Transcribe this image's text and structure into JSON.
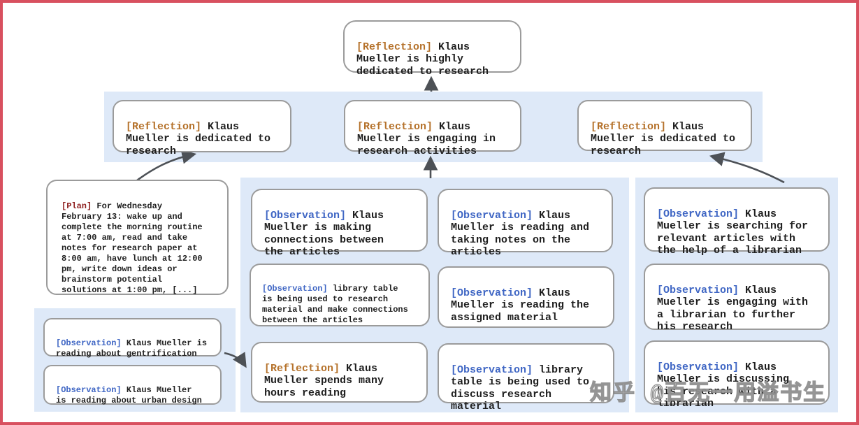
{
  "palette": {
    "frame_border": "#d8505f",
    "band_blue": "#dee9f8",
    "node_border": "#9b9b9b",
    "text": "#1f1f1f",
    "tag_reflection": "#b5722b",
    "tag_observation": "#3f66c4",
    "tag_plan": "#8e1f1f",
    "arrow": "#4d5156"
  },
  "watermark": {
    "text": "知乎 @百无一用溢书生"
  },
  "diagram": {
    "top_node": {
      "tag": "[Reflection]",
      "text": " Klaus\nMueller is highly\ndedicated to research"
    },
    "reflection_row": {
      "nodes": [
        {
          "tag": "[Reflection]",
          "text": " Klaus\nMueller is dedicated to\nresearch"
        },
        {
          "tag": "[Reflection]",
          "text": " Klaus\nMueller is engaging in\nresearch activities"
        },
        {
          "tag": "[Reflection]",
          "text": " Klaus\nMueller is dedicated to\nresearch"
        }
      ]
    },
    "plan_node": {
      "tag": "[Plan]",
      "text": " For Wednesday\nFebruary 13: wake up and\ncomplete the morning routine\nat 7:00 am, read and take\nnotes for research paper at\n8:00 am, have lunch at 12:00\npm, write down ideas or\nbrainstorm potential\nsolutions at 1:00 pm, [...]"
    },
    "left_group": {
      "nodes": [
        {
          "tag": "[Observation]",
          "text": " Klaus Mueller is\nreading about gentrification"
        },
        {
          "tag": "[Observation]",
          "text": " Klaus Mueller\nis reading about urban design"
        }
      ]
    },
    "middle_group": {
      "col1": [
        {
          "tag": "[Observation]",
          "text": " Klaus\nMueller is making\nconnections between\nthe articles"
        },
        {
          "tag": "[Observation]",
          "text": " library table\nis being used to research\nmaterial and make connections\nbetween the articles"
        },
        {
          "tag": "[Reflection]",
          "text": " Klaus\nMueller spends many\nhours reading"
        }
      ],
      "col2": [
        {
          "tag": "[Observation]",
          "text": " Klaus\nMueller is reading and\ntaking notes on the\narticles"
        },
        {
          "tag": "[Observation]",
          "text": " Klaus\nMueller is reading the\nassigned material"
        },
        {
          "tag": "[Observation]",
          "text": " library\ntable is being used to\ndiscuss research material"
        }
      ]
    },
    "right_group": {
      "nodes": [
        {
          "tag": "[Observation]",
          "text": " Klaus\nMueller is searching for\nrelevant articles with\nthe help of a librarian"
        },
        {
          "tag": "[Observation]",
          "text": " Klaus\nMueller is engaging with\na librarian to further\nhis research"
        },
        {
          "tag": "[Observation]",
          "text": " Klaus\nMueller is discussing\nhis research with a\nlibrarian"
        }
      ]
    }
  }
}
